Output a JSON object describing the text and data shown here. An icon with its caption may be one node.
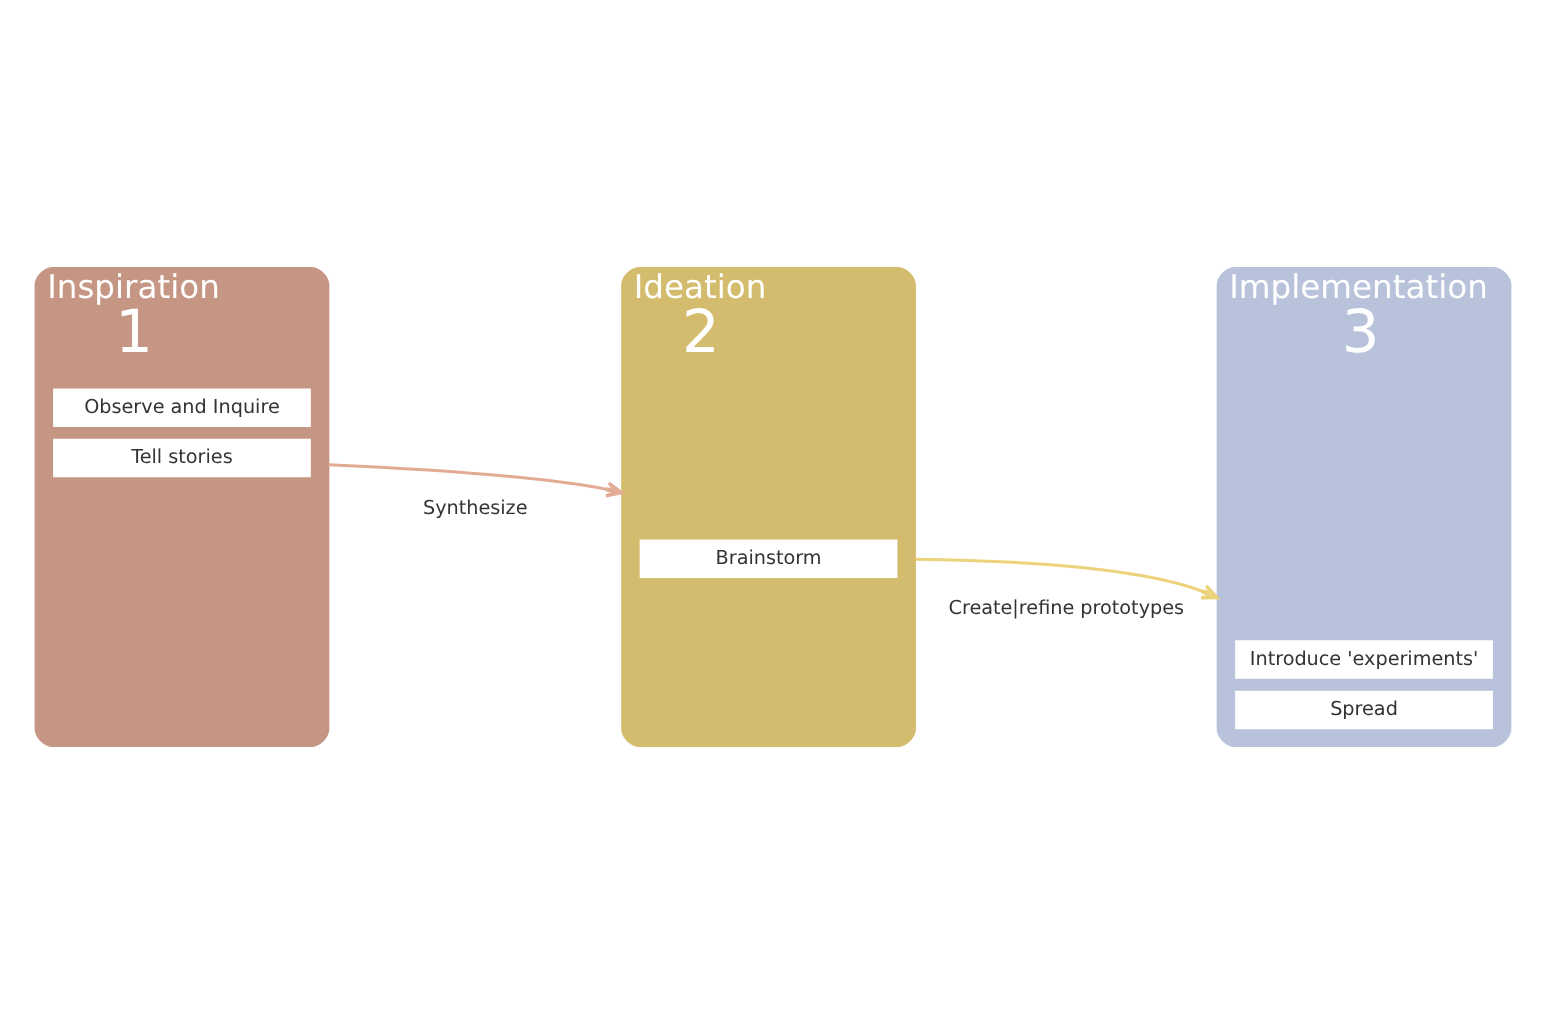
{
  "diagram": {
    "nodes": [
      {
        "text": [
          "Inspiration",
          "1"
        ]
      },
      {
        "text": [
          "Observe and Inquire"
        ],
        "in": 0
      },
      {
        "text": [
          "Tell stories"
        ],
        "in": 0
      },
      {
        "text": [
          "Synthesize"
        ]
      },
      {
        "text": [
          "Ideation",
          "2"
        ]
      },
      {
        "text": [
          "Brainstorm"
        ],
        "in": 4
      },
      {
        "text": [
          "Create|refine prototypes"
        ]
      },
      {
        "text": [
          "Implementation",
          "3"
        ]
      },
      {
        "text": [
          "Introduce 'experiments'"
        ],
        "in": 7
      },
      {
        "text": [
          "Spread"
        ],
        "in": 7
      }
    ],
    "edges": [
      {
        "from": 0,
        "to": 4,
        "arrow": "to",
        "color": "#e3ab94"
      },
      {
        "from": 4,
        "to": 7,
        "arrow": "to",
        "color": "#ecd27a"
      }
    ]
  }
}
